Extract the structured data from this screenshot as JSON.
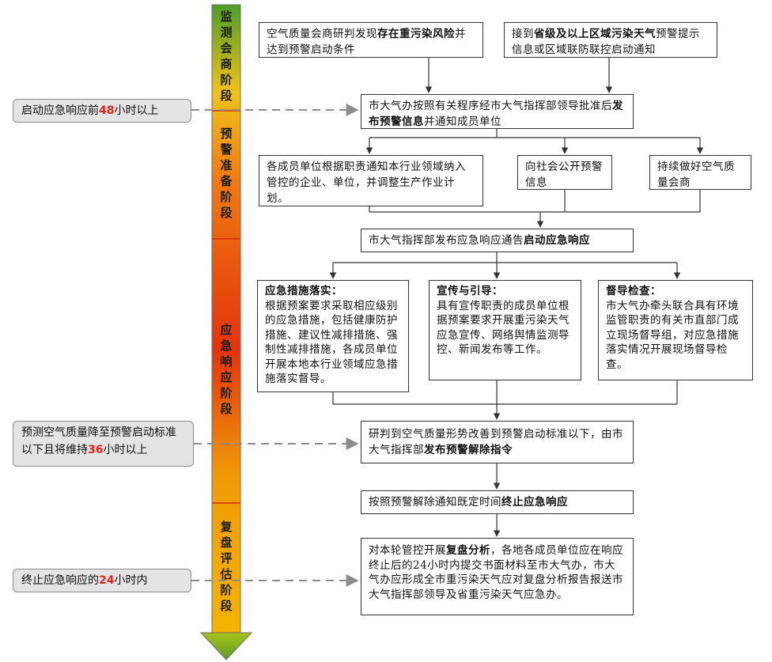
{
  "colors": {
    "bar_top": "#4f9d2a",
    "bar_mid": "#e83a0c",
    "bar_bottom": "#f5b000",
    "highlight": "#e2231a",
    "note_bg": "#e4e4e4"
  },
  "stages": [
    {
      "id": "s1",
      "label": "监测会商阶段"
    },
    {
      "id": "s2",
      "label": "预警准备阶段"
    },
    {
      "id": "s3",
      "label": "应急响应阶段"
    },
    {
      "id": "s4",
      "label": "复盘评估阶段"
    }
  ],
  "notes": {
    "n1": {
      "pre": "启动应急响应前",
      "num": "48",
      "post": "小时以上"
    },
    "n2": {
      "pre": "预测空气质量降至预警启动标准以下且将维持",
      "num": "36",
      "post": "小时以上"
    },
    "n3": {
      "pre": "终止应急响应的",
      "num": "24",
      "post": "小时内"
    }
  },
  "boxes": {
    "b1": {
      "a": "空气质量会商研判发现",
      "b": "存在重污染风险",
      "c": "并达到预警启动条件"
    },
    "b2": {
      "a": "接到",
      "b": "省级及以上区域污染天气",
      "c": "预警提示信息或区域联防联控启动通知"
    },
    "b3": {
      "a": "市大气办按照有关程序经市大气指挥部领导批准后",
      "b": "发布预警信息",
      "c": "并通知成员单位"
    },
    "b4": {
      "a": "各成员单位根据职责通知本行业领域纳入管控的企业、单位，并调整生产作业计划。"
    },
    "b5": {
      "a": "向社会公开预警信息"
    },
    "b6": {
      "a": "持续做好空气质量会商"
    },
    "b7": {
      "a": "市大气指挥部发布应急响应通告",
      "b": "启动应急响应"
    },
    "b8": {
      "title": "应急措施落实：",
      "text": "根据预案要求采取相应级别的应急措施，包括健康防护措施、建议性减排措施、强制性减排措施，各成员单位开展本地本行业领域应急措施落实督导。"
    },
    "b9": {
      "title": "宣传与引导：",
      "text": "具有宣传职责的成员单位根据预案要求开展重污染天气应急宣传、网络舆情监测导控、新闻发布等工作。"
    },
    "b10": {
      "title": "督导检查：",
      "text": "市大气办牵头联合具有环境监管职责的有关市直部门成立现场督导组，对应急措施落实情况开展现场督导检查。"
    },
    "b11": {
      "a": "研判到空气质量形势改善到预警启动标准以下，由市大气指挥部",
      "b": "发布预警解除指令"
    },
    "b12": {
      "a": "按照预警解除通知既定时间",
      "b": "终止应急响应"
    },
    "b13": {
      "a": "对本轮管控开展",
      "b": "复盘分析",
      "c": "，各地各成员单位应在响应终止后的24小时内提交书面材料至市大气办，市大气办应形成全市重污染天气应对复盘分析报告报送市大气指挥部领导及省重污染天气应急办。"
    }
  }
}
